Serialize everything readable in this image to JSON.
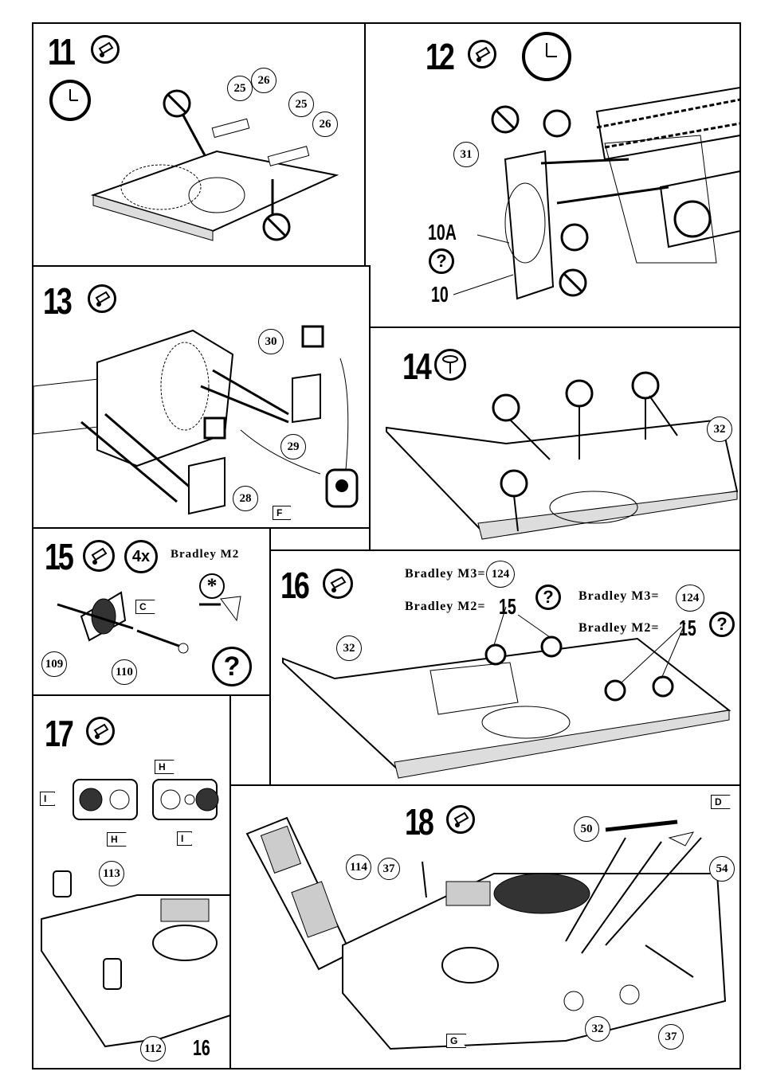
{
  "steps": {
    "s11": {
      "number": "11",
      "parts": [
        "25",
        "26",
        "25",
        "26"
      ]
    },
    "s12": {
      "number": "12",
      "parts": [
        "31"
      ],
      "alt_a": "10A",
      "alt_b": "10",
      "question": "?"
    },
    "s13": {
      "number": "13",
      "parts": [
        "30",
        "29",
        "28"
      ],
      "flag": "F"
    },
    "s14": {
      "number": "14",
      "parts": [
        "32"
      ]
    },
    "s15": {
      "number": "15",
      "multiplier": "4x",
      "variant": "Bradley M2",
      "parts": [
        "109",
        "110"
      ],
      "flag": "C",
      "asterisk": "*",
      "question": "?"
    },
    "s16": {
      "number": "16",
      "parts": [
        "32"
      ],
      "variant_lines": [
        {
          "m3_label": "Bradley M3=",
          "m3_part": "124",
          "m2_label": "Bradley M2=",
          "m2_part": "15"
        },
        {
          "m3_label": "Bradley M3=",
          "m3_part": "124",
          "m2_label": "Bradley M2=",
          "m2_part": "15"
        }
      ],
      "question": "?"
    },
    "s17": {
      "number": "17",
      "flags": [
        "I",
        "H",
        "H",
        "I"
      ],
      "parts": [
        "113",
        "112"
      ],
      "ref": "16"
    },
    "s18": {
      "number": "18",
      "parts": [
        "114",
        "37",
        "50",
        "54",
        "32",
        "37"
      ],
      "flags": [
        "D",
        "G"
      ]
    }
  }
}
